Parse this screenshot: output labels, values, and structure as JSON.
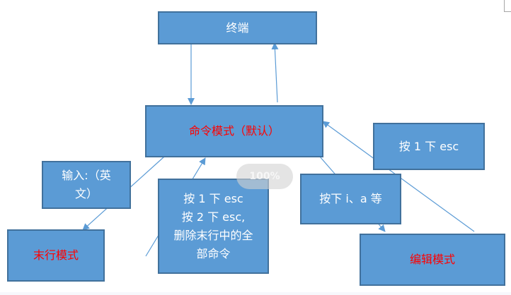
{
  "diagram": {
    "nodes": {
      "terminal": {
        "label": "终端"
      },
      "command_mode": {
        "label": "命令模式（默认）"
      },
      "input_en": {
        "lines": [
          "输入:（英",
          "文）"
        ]
      },
      "last_line_mode": {
        "label": "末行模式"
      },
      "esc_delete": {
        "lines": [
          "按 1 下 esc",
          "按 2 下 esc,",
          "删除末行中的全",
          "部命令"
        ]
      },
      "press_i_a": {
        "label": "按下 i、a 等"
      },
      "esc_once": {
        "label": "按 1 下 esc"
      },
      "edit_mode": {
        "label": "编辑模式"
      }
    },
    "edges": [
      {
        "from": "terminal",
        "to": "command_mode"
      },
      {
        "from": "command_mode",
        "to": "terminal"
      },
      {
        "from": "command_mode",
        "to": "last_line_mode",
        "label_node": "input_en"
      },
      {
        "from": "last_line_mode",
        "to": "command_mode",
        "label_node": "esc_delete"
      },
      {
        "from": "command_mode",
        "to": "edit_mode",
        "label_node": "press_i_a"
      },
      {
        "from": "edit_mode",
        "to": "command_mode",
        "label_node": "esc_once"
      }
    ],
    "colors": {
      "box_fill": "#5b9bd5",
      "box_border": "#41719c",
      "mode_text": "#ff0000",
      "label_text": "#ffffff",
      "arrow": "#5b9bd5"
    }
  },
  "overlay": {
    "zoom_level": "100%"
  }
}
